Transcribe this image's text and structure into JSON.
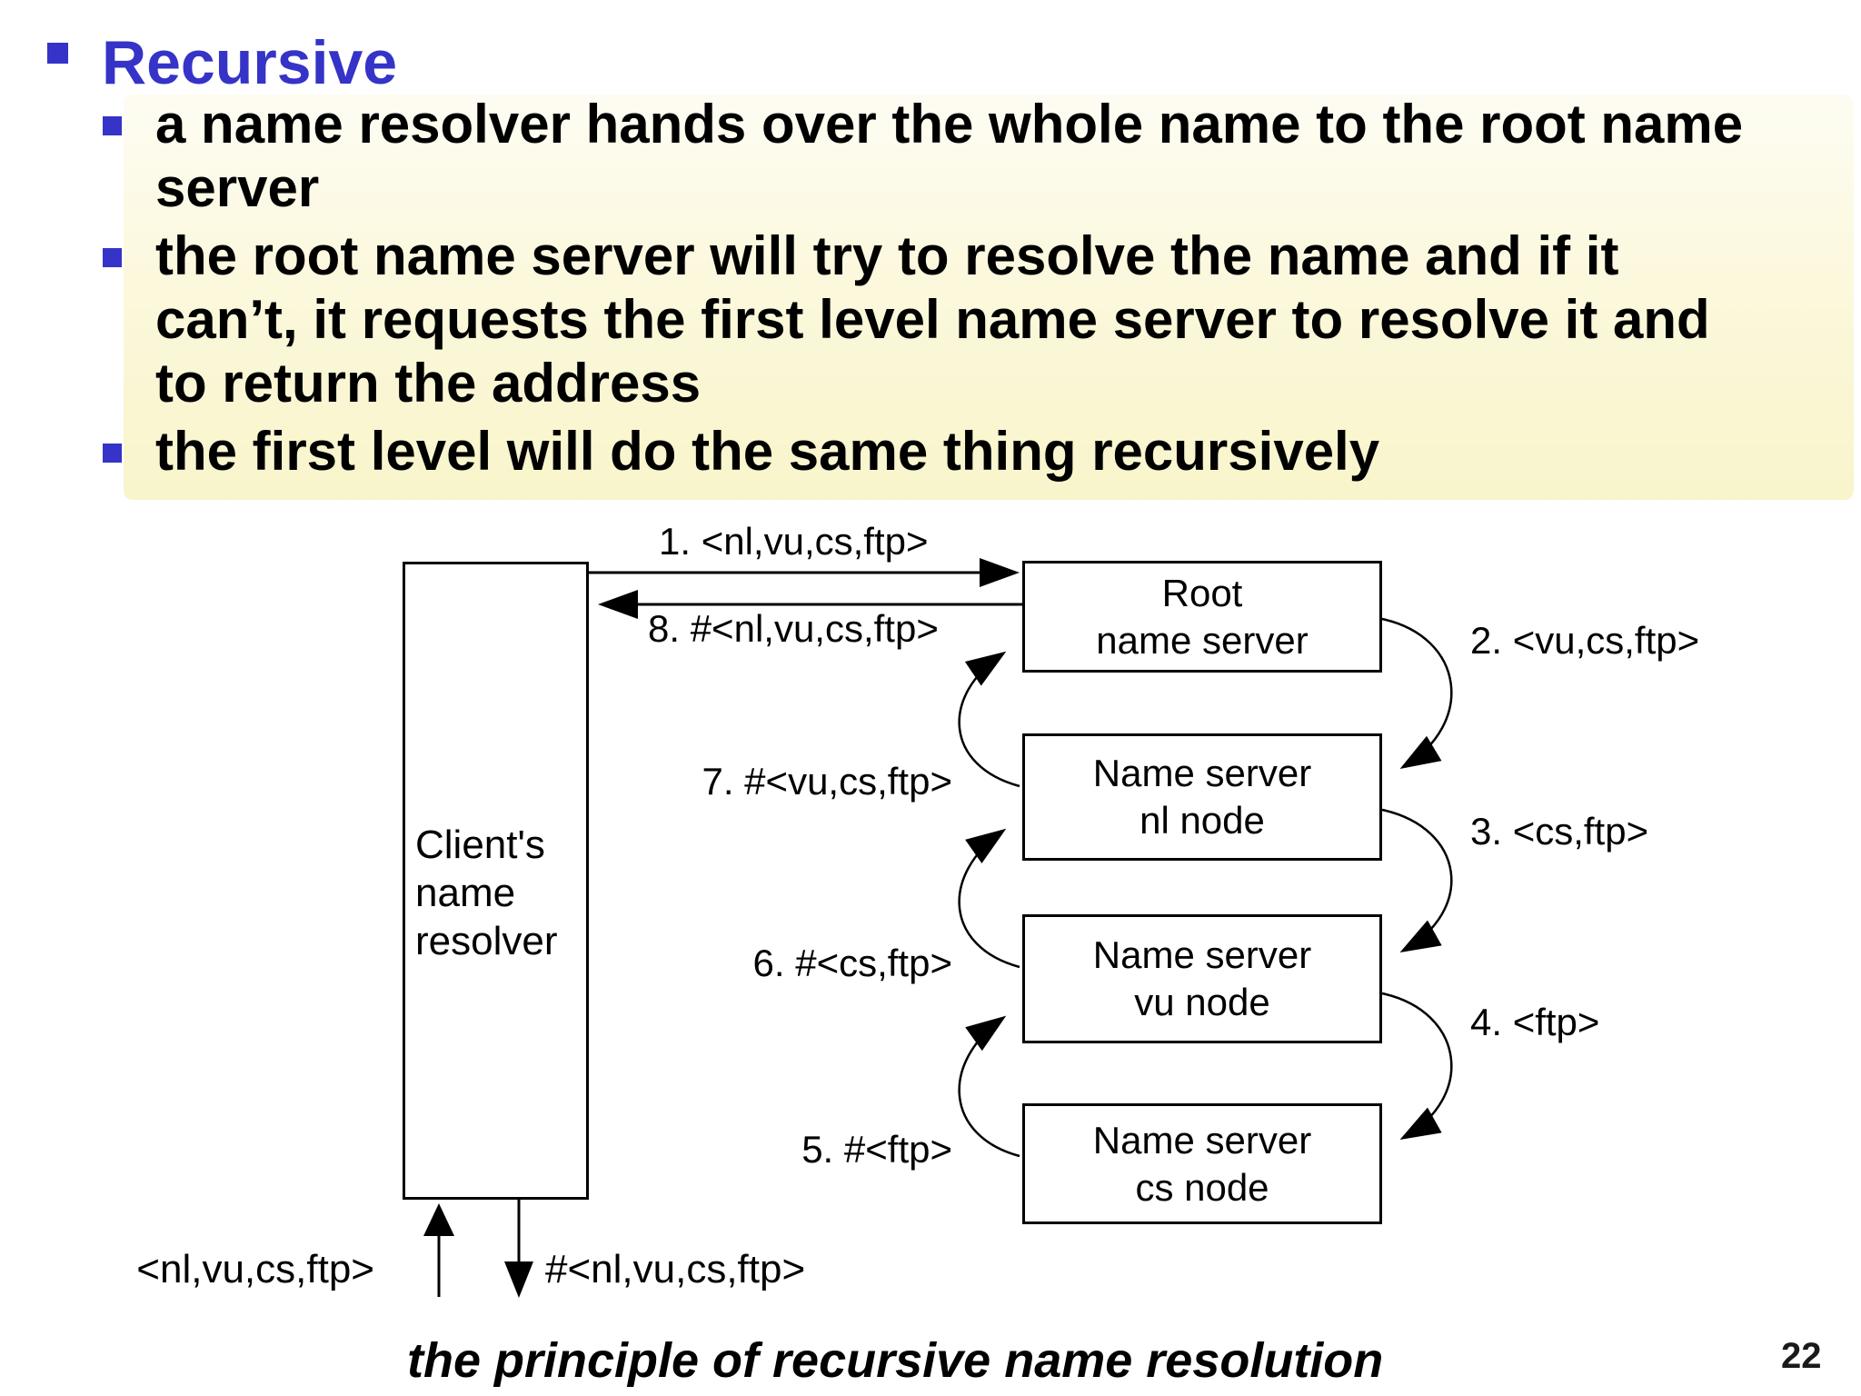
{
  "slide": {
    "title": "Recursive",
    "bullets": [
      {
        "lines": [
          "a name resolver hands over the whole name to the root name",
          "server"
        ]
      },
      {
        "lines": [
          "the root name server will try to resolve the name and if it",
          "can’t, it requests the first level name server to resolve it and",
          "to return the address"
        ]
      },
      {
        "lines": [
          "the first level will do the same thing recursively"
        ]
      }
    ],
    "caption": "the principle of recursive name resolution",
    "page_number": "22",
    "colors": {
      "accent_blue": "#3533C8",
      "highlight_band": "#FAF6D2",
      "text": "#000000"
    }
  },
  "diagram": {
    "client_box": {
      "label": "Client's\nname\nresolver"
    },
    "server_boxes": [
      {
        "id": "root",
        "line1": "Root",
        "line2": "name server"
      },
      {
        "id": "nl",
        "line1": "Name server",
        "line2": "nl node"
      },
      {
        "id": "vu",
        "line1": "Name server",
        "line2": "vu node"
      },
      {
        "id": "cs",
        "line1": "Name server",
        "line2": "cs node"
      }
    ],
    "messages": {
      "m1": "1. <nl,vu,cs,ftp>",
      "m2": "2. <vu,cs,ftp>",
      "m3": "3. <cs,ftp>",
      "m4": "4. <ftp>",
      "m5": "5. #<ftp>",
      "m6": "6. #<cs,ftp>",
      "m7": "7. #<vu,cs,ftp>",
      "m8": "8. #<nl,vu,cs,ftp>",
      "query_in": "<nl,vu,cs,ftp>",
      "result_out": "#<nl,vu,cs,ftp>"
    }
  }
}
